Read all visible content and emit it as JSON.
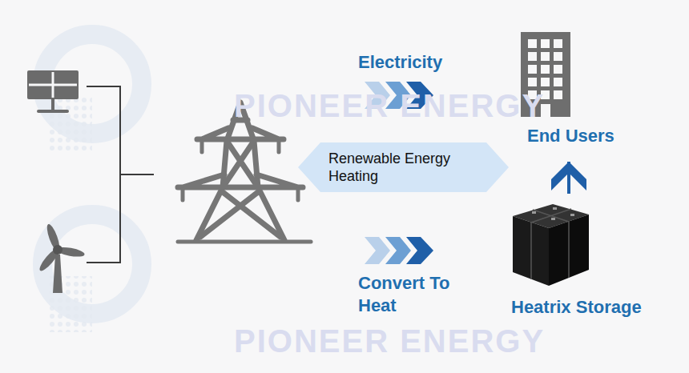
{
  "diagram": {
    "nodes": [
      {
        "text": [
          "Renewable Energy Heating"
        ]
      },
      {
        "text": [
          "End Users"
        ]
      },
      {
        "text": [
          "Heatrix Storage"
        ]
      }
    ],
    "edges": [
      {
        "from": 2,
        "to": 1,
        "arrow": "to"
      }
    ],
    "labels": [
      "Electricity",
      "Convert To Heat",
      "PIONEER ENERGY",
      "PIONEER ENERGY"
    ]
  }
}
